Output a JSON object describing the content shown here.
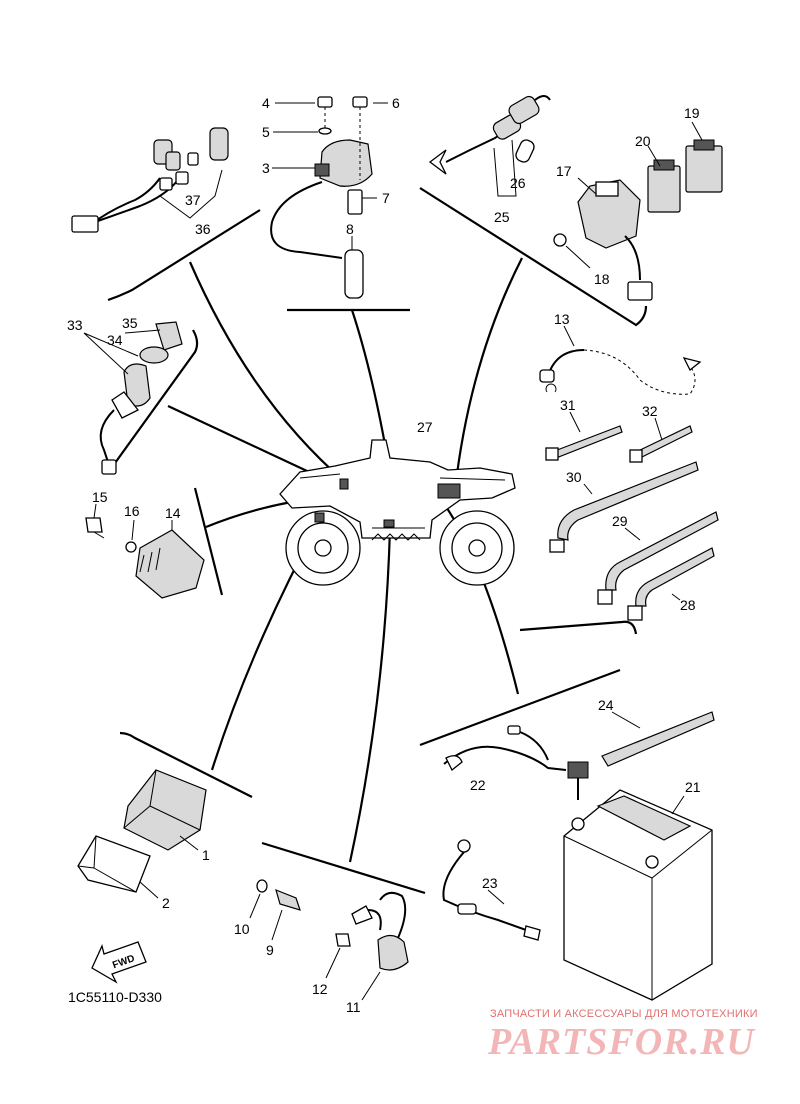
{
  "diagram": {
    "drawing_code": "1C55110-D330",
    "fwd_label": "FWD",
    "watermark": {
      "caption": "ЗАПЧАСТИ И АКСЕССУАРЫ ДЛЯ МОТОТЕХНИКИ",
      "logo_text": "PARTSFOR.RU"
    },
    "callouts": {
      "c1": "1",
      "c2": "2",
      "c3": "3",
      "c4": "4",
      "c5": "5",
      "c6": "6",
      "c7": "7",
      "c8": "8",
      "c9": "9",
      "c10": "10",
      "c11": "11",
      "c12": "12",
      "c13": "13",
      "c14": "14",
      "c15": "15",
      "c16": "16",
      "c17": "17",
      "c18": "18",
      "c19": "19",
      "c20": "20",
      "c21": "21",
      "c22": "22",
      "c23": "23",
      "c24": "24",
      "c25": "25",
      "c26": "26",
      "c27": "27",
      "c28": "28",
      "c29": "29",
      "c30": "30",
      "c31": "31",
      "c32": "32",
      "c33": "33",
      "c34": "34",
      "c35": "35",
      "c36": "36",
      "c37": "37"
    }
  }
}
